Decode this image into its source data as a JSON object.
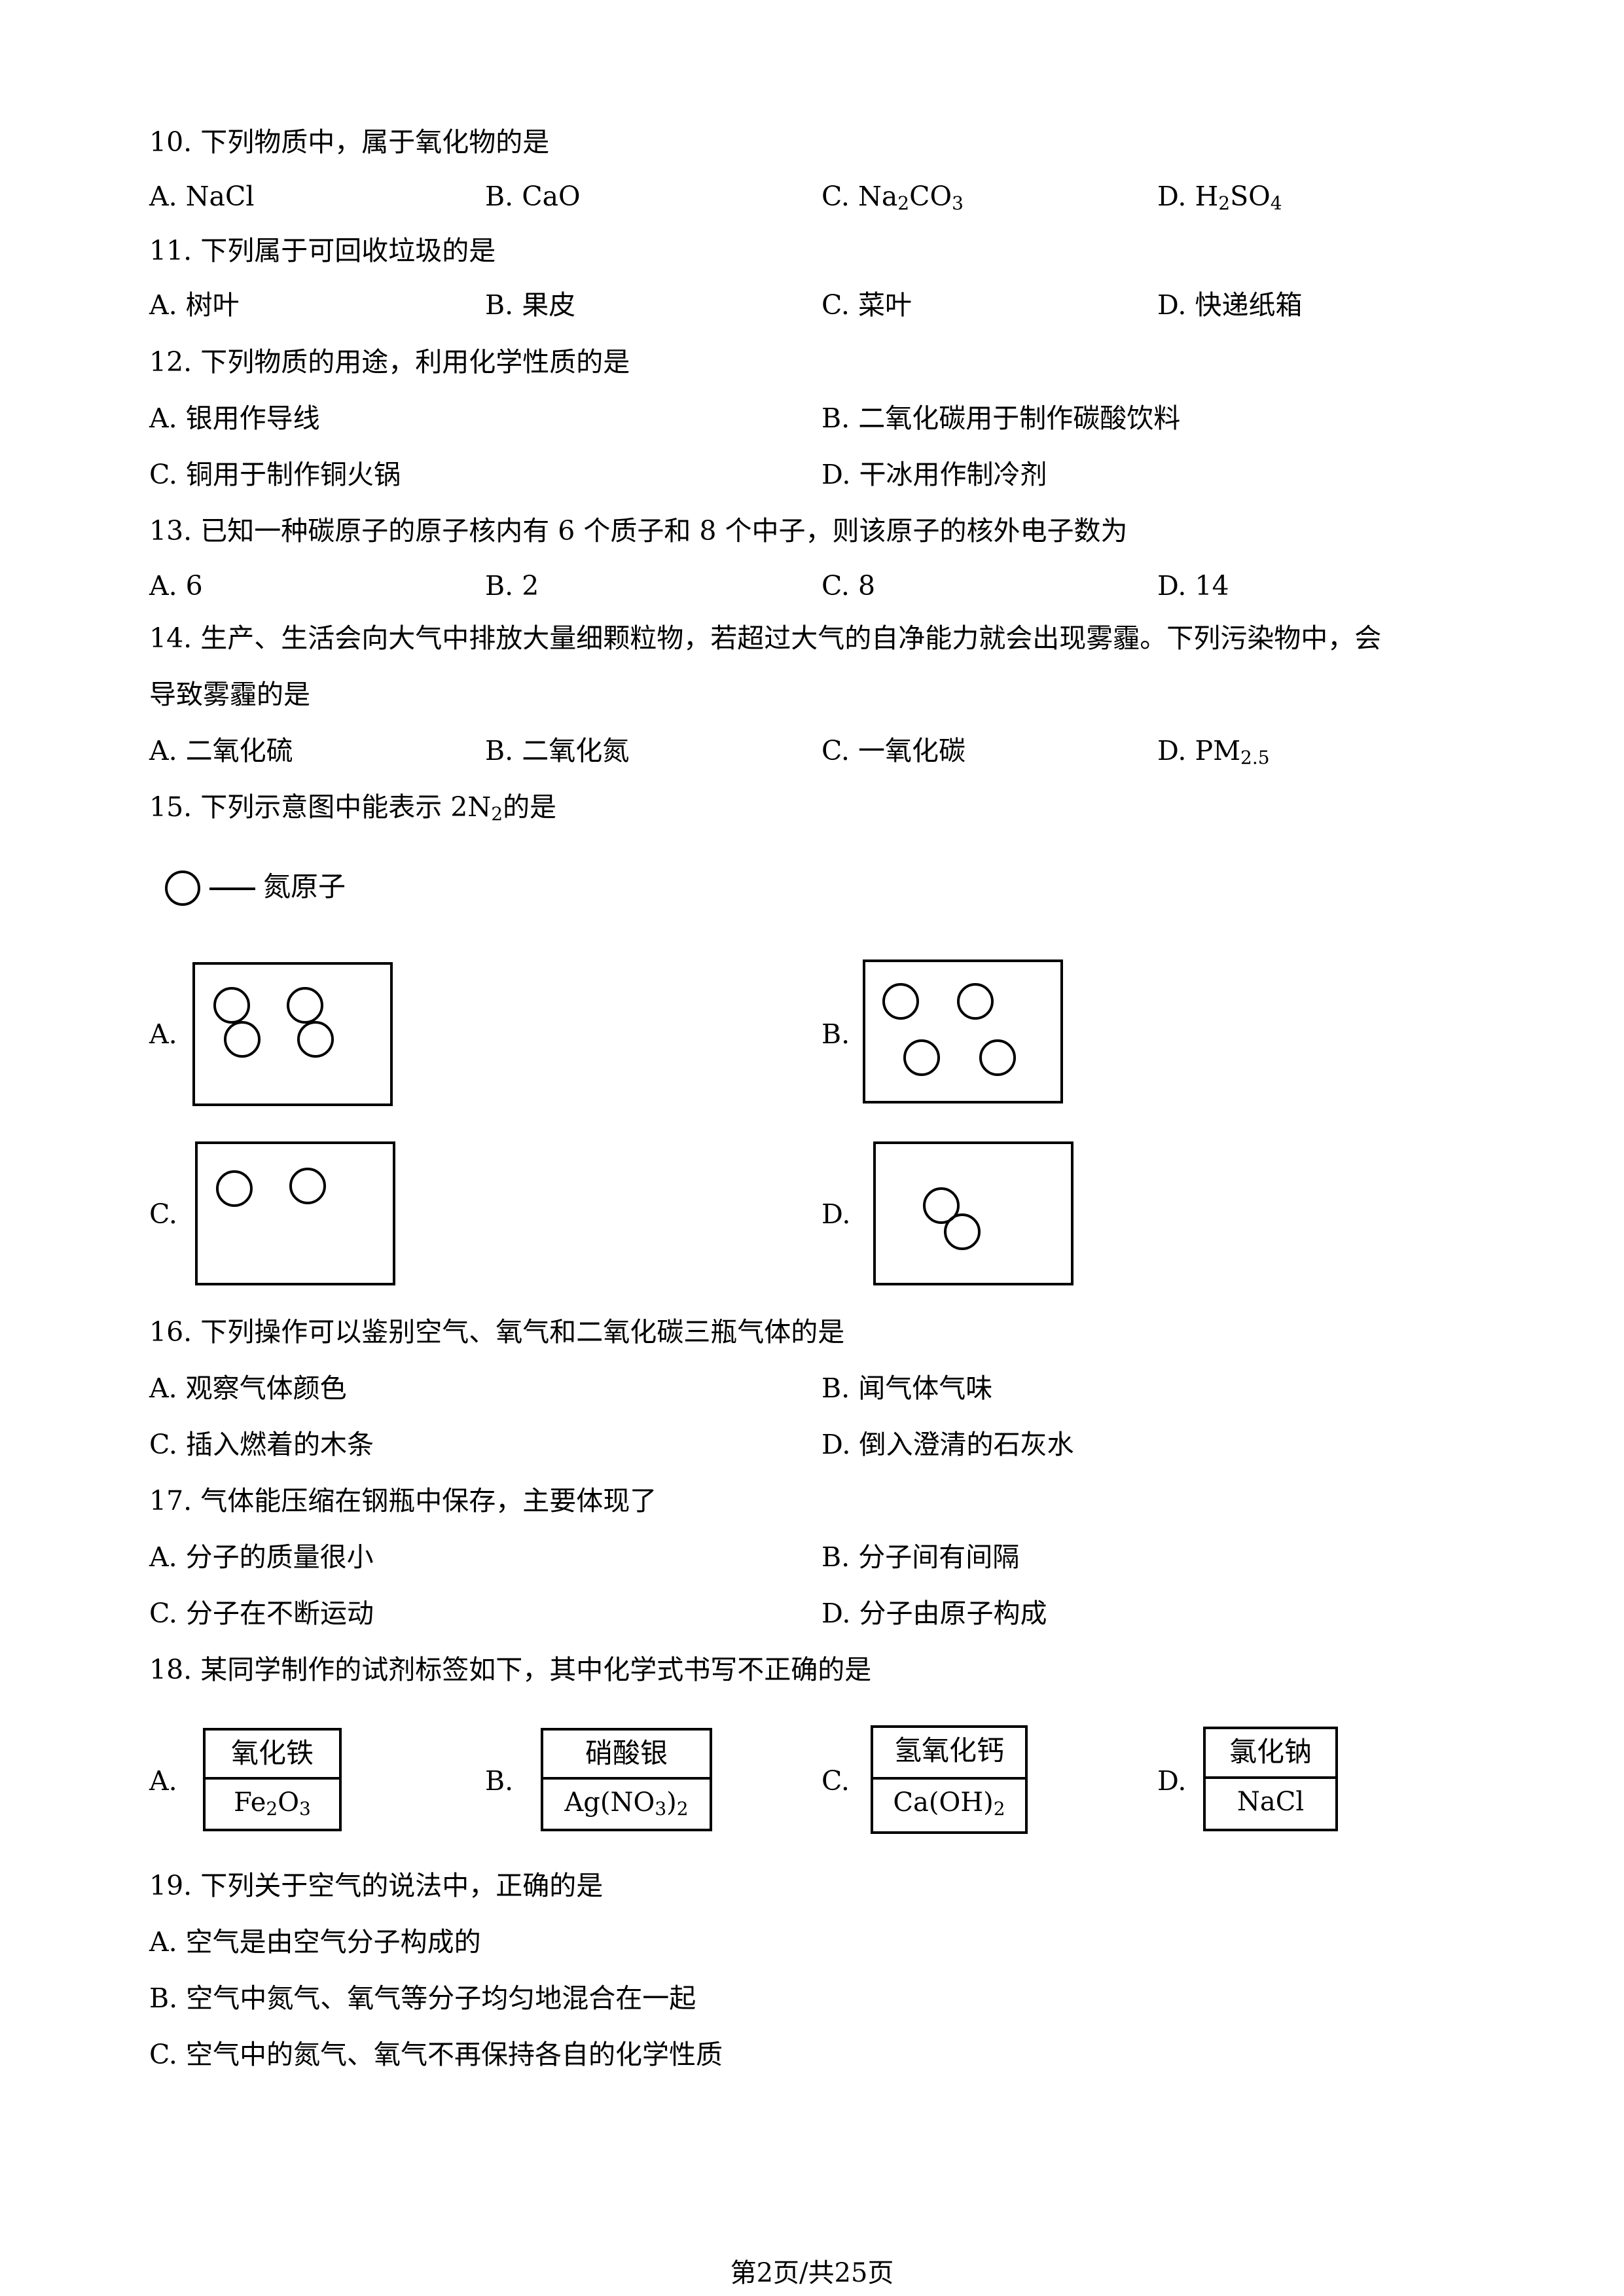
{
  "q10": {
    "stem": "10. 下列物质中，属于氧化物的是",
    "a": "A. NaCl",
    "b": "B. CaO",
    "c_prefix": "C. Na",
    "c_sub1": "2",
    "c_mid": "CO",
    "c_sub2": "3",
    "d_prefix": "D. H",
    "d_sub1": "2",
    "d_mid": "SO",
    "d_sub2": "4"
  },
  "q11": {
    "stem": "11. 下列属于可回收垃圾的是",
    "a": "A.  树叶",
    "b": "B.  果皮",
    "c": "C.  菜叶",
    "d": "D.  快递纸箱"
  },
  "q12": {
    "stem": "12. 下列物质的用途，利用化学性质的是",
    "a": "A.  银用作导线",
    "b": "B.  二氧化碳用于制作碳酸饮料",
    "c": "C.  铜用于制作铜火锅",
    "d": "D.  干冰用作制冷剂"
  },
  "q13": {
    "stem": "13. 已知一种碳原子的原子核内有 6 个质子和 8 个中子，则该原子的核外电子数为",
    "a": "A. 6",
    "b": "B. 2",
    "c": "C. 8",
    "d": "D. 14"
  },
  "q14": {
    "stem1": "14. 生产、生活会向大气中排放大量细颗粒物，若超过大气的自净能力就会出现雾霾。下列污染物中，会",
    "stem2": "导致雾霾的是",
    "a": "A.  二氧化硫",
    "b": "B.  二氧化氮",
    "c": "C.  一氧化碳",
    "d_prefix": "D. PM",
    "d_sub": "2.5"
  },
  "q15": {
    "stem_prefix": "15. 下列示意图中能表示 2N",
    "stem_sub": "2",
    "stem_suffix": "的是",
    "legend": "氮原子",
    "a": "A.",
    "b": "B.",
    "c": "C.",
    "d": "D."
  },
  "q16": {
    "stem": "16. 下列操作可以鉴别空气、氧气和二氧化碳三瓶气体的是",
    "a": "A.  观察气体颜色",
    "b": "B.  闻气体气味",
    "c": "C.  插入燃着的木条",
    "d": "D.  倒入澄清的石灰水"
  },
  "q17": {
    "stem": "17. 气体能压缩在钢瓶中保存，主要体现了",
    "a": "A.  分子的质量很小",
    "b": "B.  分子间有间隔",
    "c": "C.  分子在不断运动",
    "d": "D.  分子由原子构成"
  },
  "q18": {
    "stem": "18. 某同学制作的试剂标签如下，其中化学式书写不正确的是",
    "a": "A.",
    "b": "B.",
    "c": "C.",
    "d": "D.",
    "labels": {
      "a_name": "氧化铁",
      "a_f1": "Fe",
      "a_s1": "2",
      "a_f2": "O",
      "a_s2": "3",
      "b_name": "硝酸银",
      "b_f1": "Ag(NO",
      "b_s1": "3",
      "b_f2": ")",
      "b_s2": "2",
      "c_name": "氢氧化钙",
      "c_f1": "Ca(OH)",
      "c_s1": "2",
      "d_name": "氯化钠",
      "d_f1": "NaCl"
    }
  },
  "q19": {
    "stem": "19. 下列关于空气的说法中，正确的是",
    "a": "A.  空气是由空气分子构成的",
    "b": "B.  空气中氮气、氧气等分子均匀地混合在一起",
    "c": "C.  空气中的氮气、氧气不再保持各自的化学性质"
  },
  "footer": "第2页/共25页"
}
